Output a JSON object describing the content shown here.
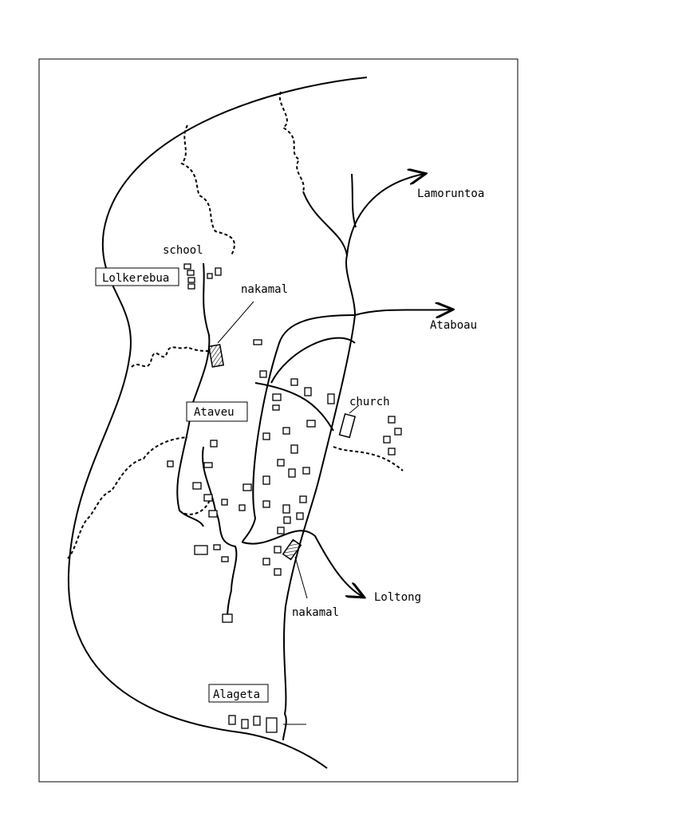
{
  "villages": [
    "Lolkerebua",
    "Ataveu",
    "Alageta"
  ],
  "places": {
    "school": "school",
    "nakamal_north": "nakamal",
    "church": "church",
    "nakamal_south": "nakamal"
  },
  "destinations": [
    "Lamoruntoa",
    "Ataboau",
    "Loltong"
  ]
}
